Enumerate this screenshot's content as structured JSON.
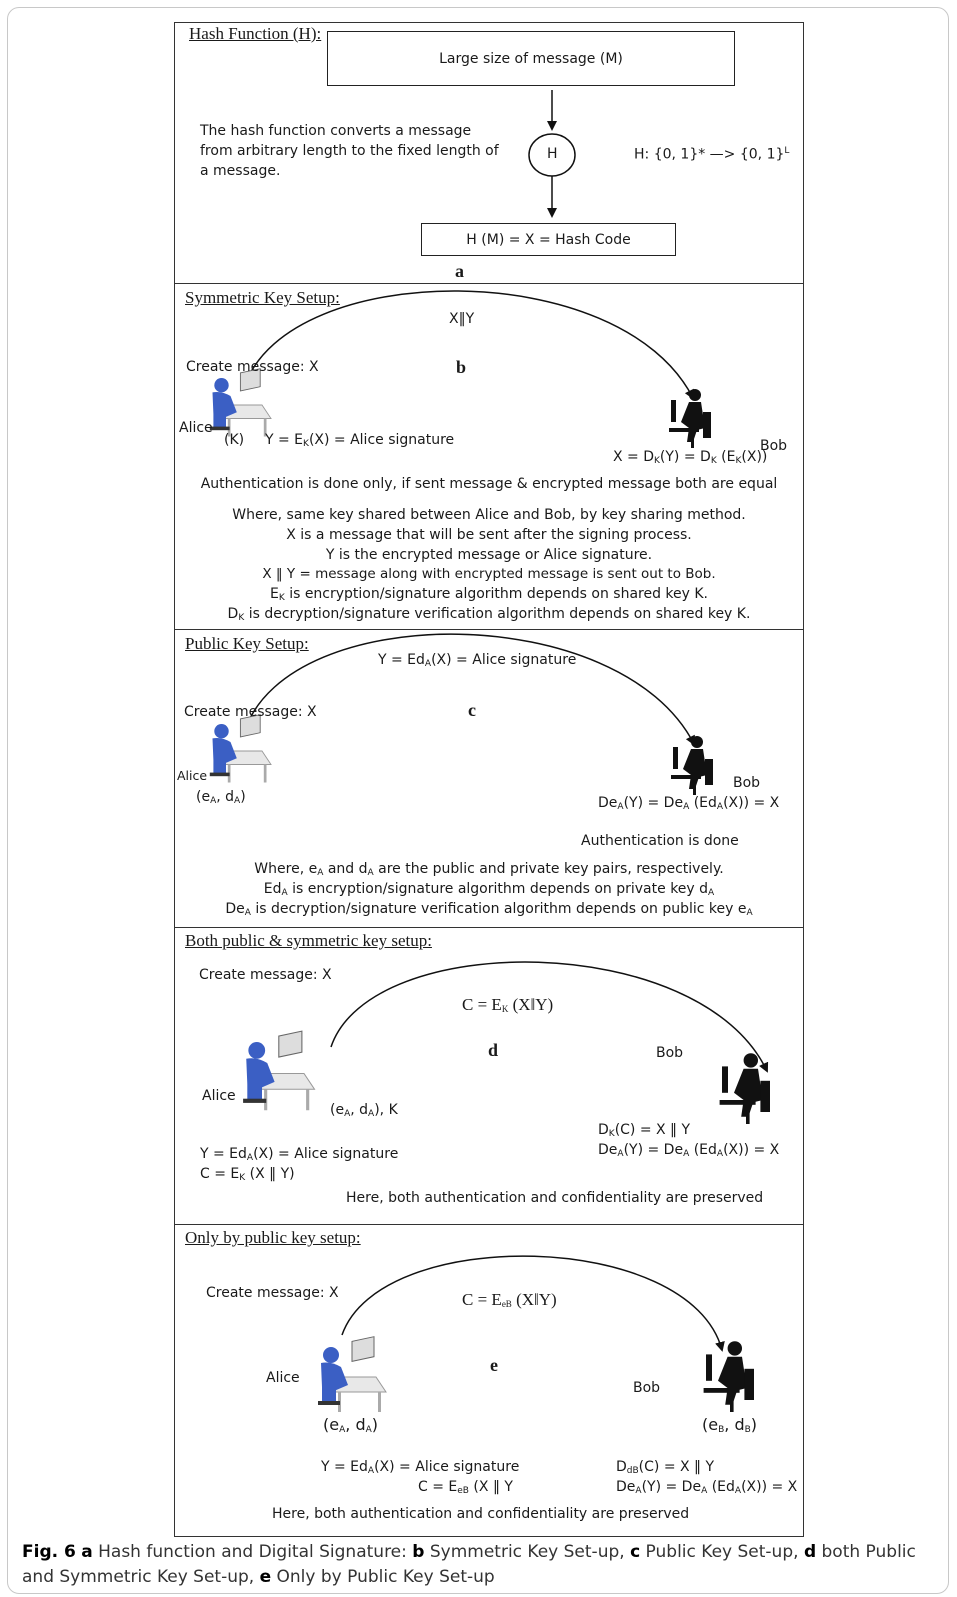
{
  "panel_a": {
    "heading": "Hash Function (H):",
    "message_box": "Large size of message (M)",
    "description": [
      "The hash function converts a message",
      "from arbitrary length to the fixed length of",
      "a message."
    ],
    "h_node": "H",
    "mapping": "H: {0, 1}* —> {0, 1}",
    "mapping_sup": "L",
    "output_box": "H (M) = X = Hash Code",
    "label": "a"
  },
  "panel_b": {
    "heading": "Symmetric Key Setup:",
    "arc_label": "X‖Y",
    "create": "Create message: X",
    "label": "b",
    "alice": "Alice",
    "key": "(K)",
    "sign": "Y = E",
    "sign_sub": "K",
    "sign_rest": "(X) = Alice signature",
    "verify": "X = D",
    "verify_sub": "K",
    "verify_mid": "(Y) = D",
    "verify_sub2": "K",
    "verify_mid2": " (E",
    "verify_sub3": "K",
    "verify_rest": "(X))",
    "bob": "Bob",
    "auth": "Authentication is done only, if sent message & encrypted message both are equal",
    "notes": [
      "Where, same key shared between Alice and Bob, by key sharing method.",
      "X is a message that will be sent after the signing process.",
      "Y is the encrypted message or Alice signature.",
      "X ‖ Y = message along with encrypted message is sent out to Bob.",
      "is encryption/signature algorithm depends on shared key K.",
      "is decryption/signature verification algorithm depends on shared key K."
    ],
    "note_e": "E",
    "note_d": "D",
    "note_sub": "K"
  },
  "panel_c": {
    "heading": "Public Key Setup:",
    "arc_label": "Y = Ed",
    "arc_sub": "A",
    "arc_rest": "(X) = Alice signature",
    "create": "Create message: X",
    "label": "c",
    "alice": "Alice",
    "keys": "(e",
    "keys_sub1": "A",
    "keys_mid": ", d",
    "keys_sub2": "A",
    "keys_end": ")",
    "bob": "Bob",
    "verify": "De",
    "verify_sub": "A",
    "verify_mid": "(Y) = De",
    "verify_sub2": "A",
    "verify_mid2": " (Ed",
    "verify_sub3": "A",
    "verify_rest": "(X)) = X",
    "auth": "Authentication is done",
    "note1_a": "Where, e",
    "note1_b": " and d",
    "note1_c": " are the public and private key pairs, respectively.",
    "note2_a": "Ed",
    "note2_b": " is encryption/signature algorithm depends on private key d",
    "note3_a": "De",
    "note3_b": " is decryption/signature verification algorithm depends on public key e",
    "sub_a": "A"
  },
  "panel_d": {
    "heading": "Both public & symmetric key setup:",
    "create": "Create message: X",
    "arc_label": "C = E",
    "arc_sub": "K",
    "arc_rest": " (X‖Y)",
    "label": "d",
    "bob": "Bob",
    "alice": "Alice",
    "keys": "(e",
    "keys_mid": ", d",
    "keys_end": "), K",
    "sub_a": "A",
    "dk": "D",
    "dk_sub": "K",
    "dk_rest": "(C) = X ‖ Y",
    "verify": "De",
    "verify_mid": "(Y) = De",
    "verify_mid2": " (Ed",
    "verify_rest": "(X)) = X",
    "sign": "Y = Ed",
    "sign_rest": "(X) = Alice signature",
    "cipher": "C = E",
    "cipher_sub": "K",
    "cipher_rest": " (X ‖ Y)",
    "summary": "Here, both authentication and confidentiality are preserved"
  },
  "panel_e": {
    "heading": "Only by public key setup:",
    "create": "Create message: X",
    "arc_label": "C = E",
    "arc_sub": "eB",
    "arc_rest": " (X‖Y)",
    "label": "e",
    "alice": "Alice",
    "bob": "Bob",
    "alice_keys": "(e",
    "alice_keys_mid": ", d",
    "sub_a": "A",
    "bob_keys": "(e",
    "bob_keys_mid": ", d",
    "sub_b": "B",
    "close": ")",
    "sign": "Y = Ed",
    "sign_rest": "(X) = Alice signature",
    "cipher": "C = E",
    "cipher_sub": "eB",
    "cipher_rest": " (X ‖ Y",
    "ddb": "D",
    "ddb_sub": "dB",
    "ddb_rest": "(C) = X ‖ Y",
    "verify": "De",
    "verify_mid": "(Y) = De",
    "verify_mid2": " (Ed",
    "verify_rest": "(X)) = X",
    "summary": "Here, both authentication and confidentiality are preserved"
  },
  "caption": {
    "fig": "Fig. 6",
    "a": "a",
    "a_text": " Hash function and Digital Signature: ",
    "b": "b",
    "b_text": " Symmetric Key Set-up, ",
    "c": "c",
    "c_text": " Public Key Set-up, ",
    "d": "d",
    "d_text": " both Public and Symmetric Key Set-up, ",
    "e": "e",
    "e_text": " Only by Public Key Set-up"
  },
  "colors": {
    "alice_figure": "#3b5fc4",
    "bob_figure": "#111111",
    "border": "#333333"
  }
}
